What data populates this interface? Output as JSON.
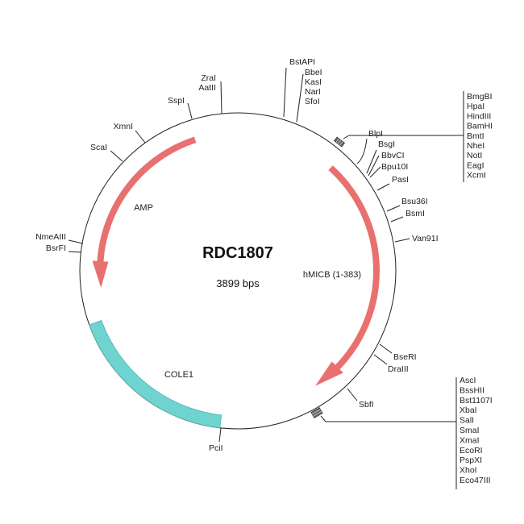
{
  "plasmid": {
    "name": "RDC1807",
    "size": "3899 bps"
  },
  "features": [
    {
      "label": "AMP",
      "color": "#e8706f"
    },
    {
      "label": "hMICB (1-383)",
      "color": "#e8706f"
    },
    {
      "label": "COLE1",
      "color": "#6fd4d0"
    }
  ],
  "sites": {
    "zrai": "ZraI",
    "aatii": "AatII",
    "sspi": "SspI",
    "xmni": "XmnI",
    "scai": "ScaI",
    "nmeaiii": "NmeAIII",
    "bsrfi": "BsrFI",
    "bstapi": "BstAPI",
    "bbei": "BbeI",
    "kasi": "KasI",
    "nari": "NarI",
    "sfoi": "SfoI",
    "blpi": "BlpI",
    "bsgi": "BsgI",
    "bbvci": "BbvCI",
    "bpu10i": "Bpu10I",
    "pasi": "PasI",
    "bsu36i": "Bsu36I",
    "bsmi": "BsmI",
    "van91i": "Van91I",
    "bseri": "BseRI",
    "draiii": "DraIII",
    "sbfi": "SbfI",
    "pcii": "PciI"
  },
  "mcs1": [
    "BmgBI",
    "HpaI",
    "HindIII",
    "BamHI",
    "BmtI",
    "NheI",
    "NotI",
    "EagI",
    "XcmI"
  ],
  "mcs2": [
    "AscI",
    "BssHII",
    "Bst1107I",
    "XbaI",
    "SalI",
    "SmaI",
    "XmaI",
    "EcoRI",
    "PspXI",
    "XhoI",
    "Eco47III"
  ]
}
